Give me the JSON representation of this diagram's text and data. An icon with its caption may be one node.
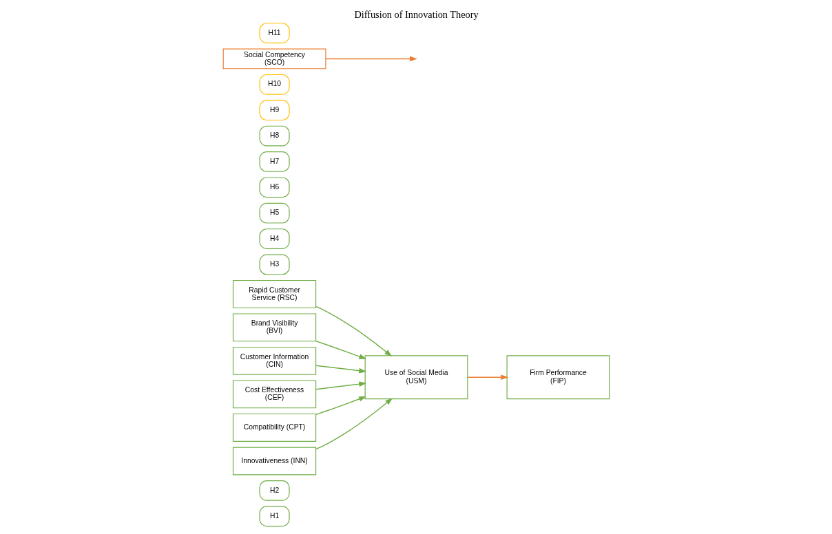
{
  "diagram": {
    "title": "Diffusion of Innovation Theory",
    "nodes": [
      {
        "text": [
          "H1"
        ]
      },
      {
        "text": [
          "H2"
        ]
      },
      {
        "text": [
          "Rapid Customer Service (RSC)"
        ]
      },
      {
        "text": [
          "H3"
        ]
      },
      {
        "text": [
          "Brand Visibility (BVI)"
        ]
      },
      {
        "text": [
          "H4"
        ]
      },
      {
        "text": [
          "Customer Information (CIN)"
        ]
      },
      {
        "text": [
          "H5"
        ]
      },
      {
        "text": [
          "Cost Effectiveness (CEF)"
        ]
      },
      {
        "text": [
          "H6"
        ]
      },
      {
        "text": [
          "H7"
        ]
      },
      {
        "text": [
          "Compatibility (CPT)"
        ]
      },
      {
        "text": [
          "H8"
        ]
      },
      {
        "text": [
          "Innovativeness (INN)"
        ]
      },
      {
        "text": [
          "Use of Social Media (USM)"
        ]
      },
      {
        "text": [
          "Firm Performance (FIP)"
        ]
      },
      {
        "text": [
          "H9"
        ]
      },
      {
        "text": [
          "H10"
        ]
      },
      {
        "text": [
          "Social Competency (SCO)"
        ]
      },
      {
        "text": [
          "H11"
        ]
      }
    ],
    "edges": [
      {
        "from": 2,
        "to": 14,
        "arrow": "to"
      },
      {
        "from": 4,
        "to": 14,
        "arrow": "to"
      },
      {
        "from": 6,
        "to": 14,
        "arrow": "to"
      },
      {
        "from": 8,
        "to": 14,
        "arrow": "to"
      },
      {
        "from": 11,
        "to": 14,
        "arrow": "to"
      },
      {
        "from": 13,
        "to": 14,
        "arrow": "to"
      },
      {
        "from": 14,
        "to": 15,
        "arrow": "to",
        "color": "#ed7d31"
      },
      {
        "from": 18,
        "to": null,
        "arrow": "to",
        "color": "#ed7d31"
      }
    ]
  }
}
